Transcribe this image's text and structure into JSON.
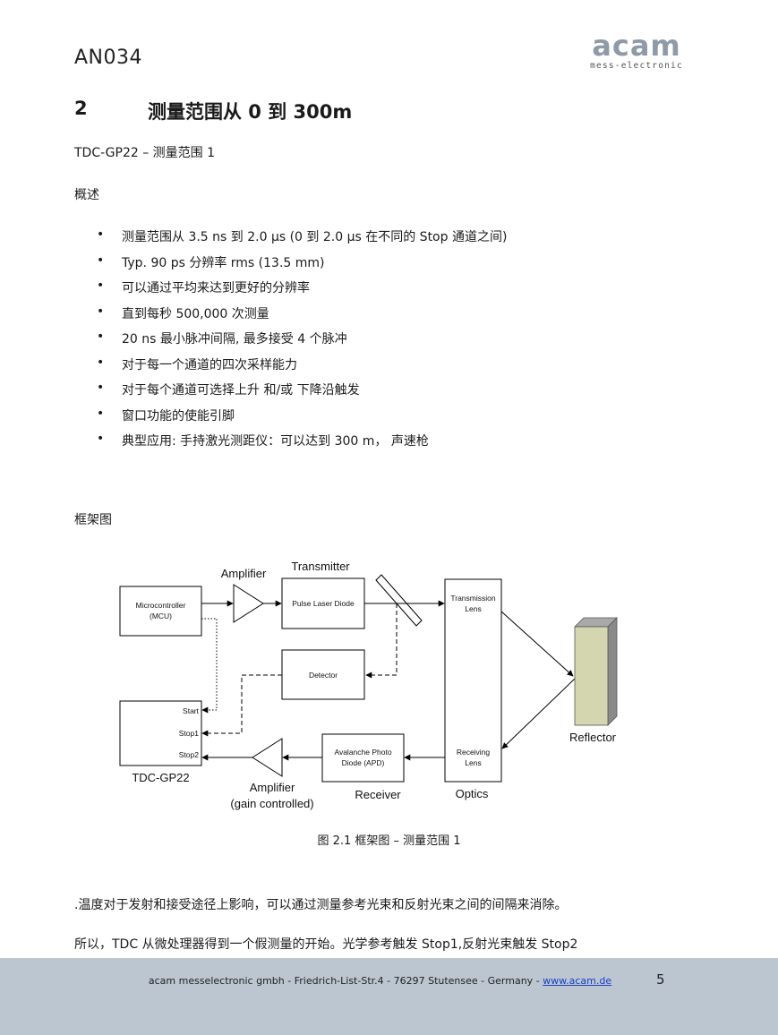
{
  "header": {
    "doc_id": "AN034",
    "logo_text": "acam",
    "logo_tagline": "mess-electronic"
  },
  "section": {
    "number": "2",
    "title": "测量范围从 0 到 300m"
  },
  "subtitle": "TDC-GP22 – 测量范围 1",
  "overview_heading": "概述",
  "bullets": [
    "测量范围从 3.5 ns 到 2.0 μs (0 到 2.0 μs 在不同的 Stop 通道之间)",
    "Typ. 90 ps 分辨率 rms (13.5 mm)",
    "可以通过平均来达到更好的分辨率",
    "直到每秒 500,000 次测量",
    "20 ns 最小脉冲间隔, 最多接受 4 个脉冲",
    "对于每一个通道的四次采样能力",
    "对于每个通道可选择上升 和/或 下降沿触发",
    "窗口功能的使能引脚",
    "典型应用: 手持激光测距仪：可以达到 300 m， 声速枪"
  ],
  "block_heading": "框架图",
  "diagram": {
    "amplifier_top": "Amplifier",
    "transmitter": "Transmitter",
    "microcontroller_1": "Microcontroller",
    "microcontroller_2": "(MCU)",
    "pulse_laser": "Pulse Laser Diode",
    "transmission_1": "Transmission",
    "transmission_2": "Lens",
    "detector": "Detector",
    "start": "Start",
    "stop1": "Stop1",
    "stop2": "Stop2",
    "tdc": "TDC-GP22",
    "apd_1": "Avalanche Photo",
    "apd_2": "Diode (APD)",
    "receiving_1": "Receiving",
    "receiving_2": "Lens",
    "reflector": "Reflector",
    "amplifier_bottom_1": "Amplifier",
    "amplifier_bottom_2": "(gain controlled)",
    "receiver": "Receiver",
    "optics": "Optics"
  },
  "caption": "图 2.1 框架图 – 测量范围 1",
  "paragraphs": [
    ".温度对于发射和接受途径上影响，可以通过测量参考光束和反射光束之间的间隔来消除。",
    "所以，TDC 从微处理器得到一个假测量的开始。光学参考触发 Stop1,反射光束触发 Stop2"
  ],
  "footer": {
    "text": "acam messelectronic gmbh - Friedrich-List-Str.4 - 76297 Stutensee - Germany - ",
    "link": "www.acam.de",
    "page": "5"
  },
  "colors": {
    "logo": "#8e9aa8",
    "footer_band": "#bcc6d1",
    "reflector_front": "#d3d6ae",
    "reflector_side": "#8a8a8a",
    "link": "#1a3fbf"
  }
}
